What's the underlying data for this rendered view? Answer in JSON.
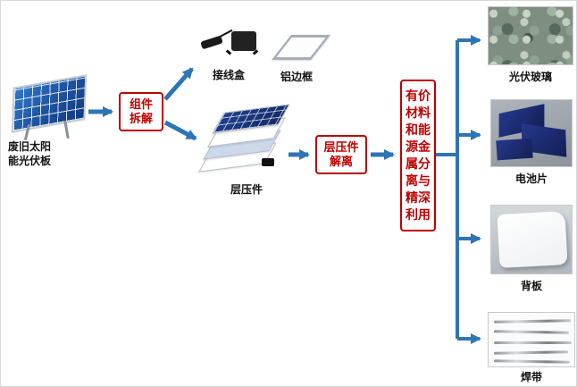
{
  "colors": {
    "arrow": "#2e75b6",
    "box_border": "#c00000",
    "box_text": "#c00000"
  },
  "source": {
    "label": "废旧太阳\n能光伏板"
  },
  "steps": {
    "dismantle": "组件\n拆解",
    "laminate_dissociation": "层压件\n解离",
    "separation": "有价材料和能源金属分离与精深利用"
  },
  "components": {
    "junction_box": "接线盒",
    "aluminum_frame": "铝边框",
    "laminate": "层压件"
  },
  "products": [
    {
      "label": "光伏玻璃"
    },
    {
      "label": "电池片"
    },
    {
      "label": "背板"
    },
    {
      "label": "焊带"
    }
  ]
}
